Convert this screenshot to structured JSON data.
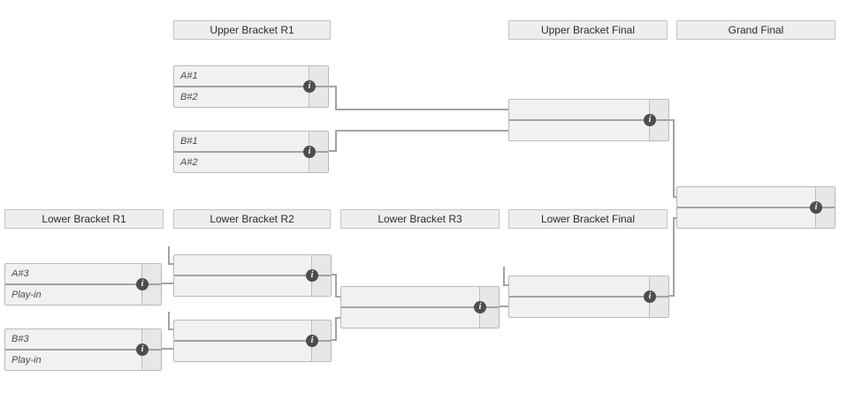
{
  "headers": [
    {
      "label": "Upper Bracket R1"
    },
    {
      "label": "Upper Bracket Final"
    },
    {
      "label": "Grand Final"
    },
    {
      "label": "Lower Bracket R1"
    },
    {
      "label": "Lower Bracket R2"
    },
    {
      "label": "Lower Bracket R3"
    },
    {
      "label": "Lower Bracket Final"
    }
  ],
  "matches": [
    {
      "round": "Upper Bracket R1",
      "top": "A#1",
      "bottom": "B#2",
      "top_score": "",
      "bottom_score": ""
    },
    {
      "round": "Upper Bracket R1",
      "top": "B#1",
      "bottom": "A#2",
      "top_score": "",
      "bottom_score": ""
    },
    {
      "round": "Upper Bracket Final",
      "top": "",
      "bottom": "",
      "top_score": "",
      "bottom_score": ""
    },
    {
      "round": "Grand Final",
      "top": "",
      "bottom": "",
      "top_score": "",
      "bottom_score": ""
    },
    {
      "round": "Lower Bracket R1",
      "top": "A#3",
      "bottom": "Play-in",
      "top_score": "",
      "bottom_score": ""
    },
    {
      "round": "Lower Bracket R1",
      "top": "B#3",
      "bottom": "Play-in",
      "top_score": "",
      "bottom_score": ""
    },
    {
      "round": "Lower Bracket R2",
      "top": "",
      "bottom": "",
      "top_score": "",
      "bottom_score": ""
    },
    {
      "round": "Lower Bracket R2",
      "top": "",
      "bottom": "",
      "top_score": "",
      "bottom_score": ""
    },
    {
      "round": "Lower Bracket R3",
      "top": "",
      "bottom": "",
      "top_score": "",
      "bottom_score": ""
    },
    {
      "round": "Lower Bracket Final",
      "top": "",
      "bottom": "",
      "top_score": "",
      "bottom_score": ""
    }
  ],
  "icons": {
    "info": "i"
  },
  "colors": {
    "box_fill": "#f1f1f1",
    "score_fill": "#e7e7e7",
    "box_border": "#b9b9b9",
    "header_fill": "#eeeeee",
    "connector": "#a3a3a3",
    "info_icon": "#4d4d4d"
  }
}
